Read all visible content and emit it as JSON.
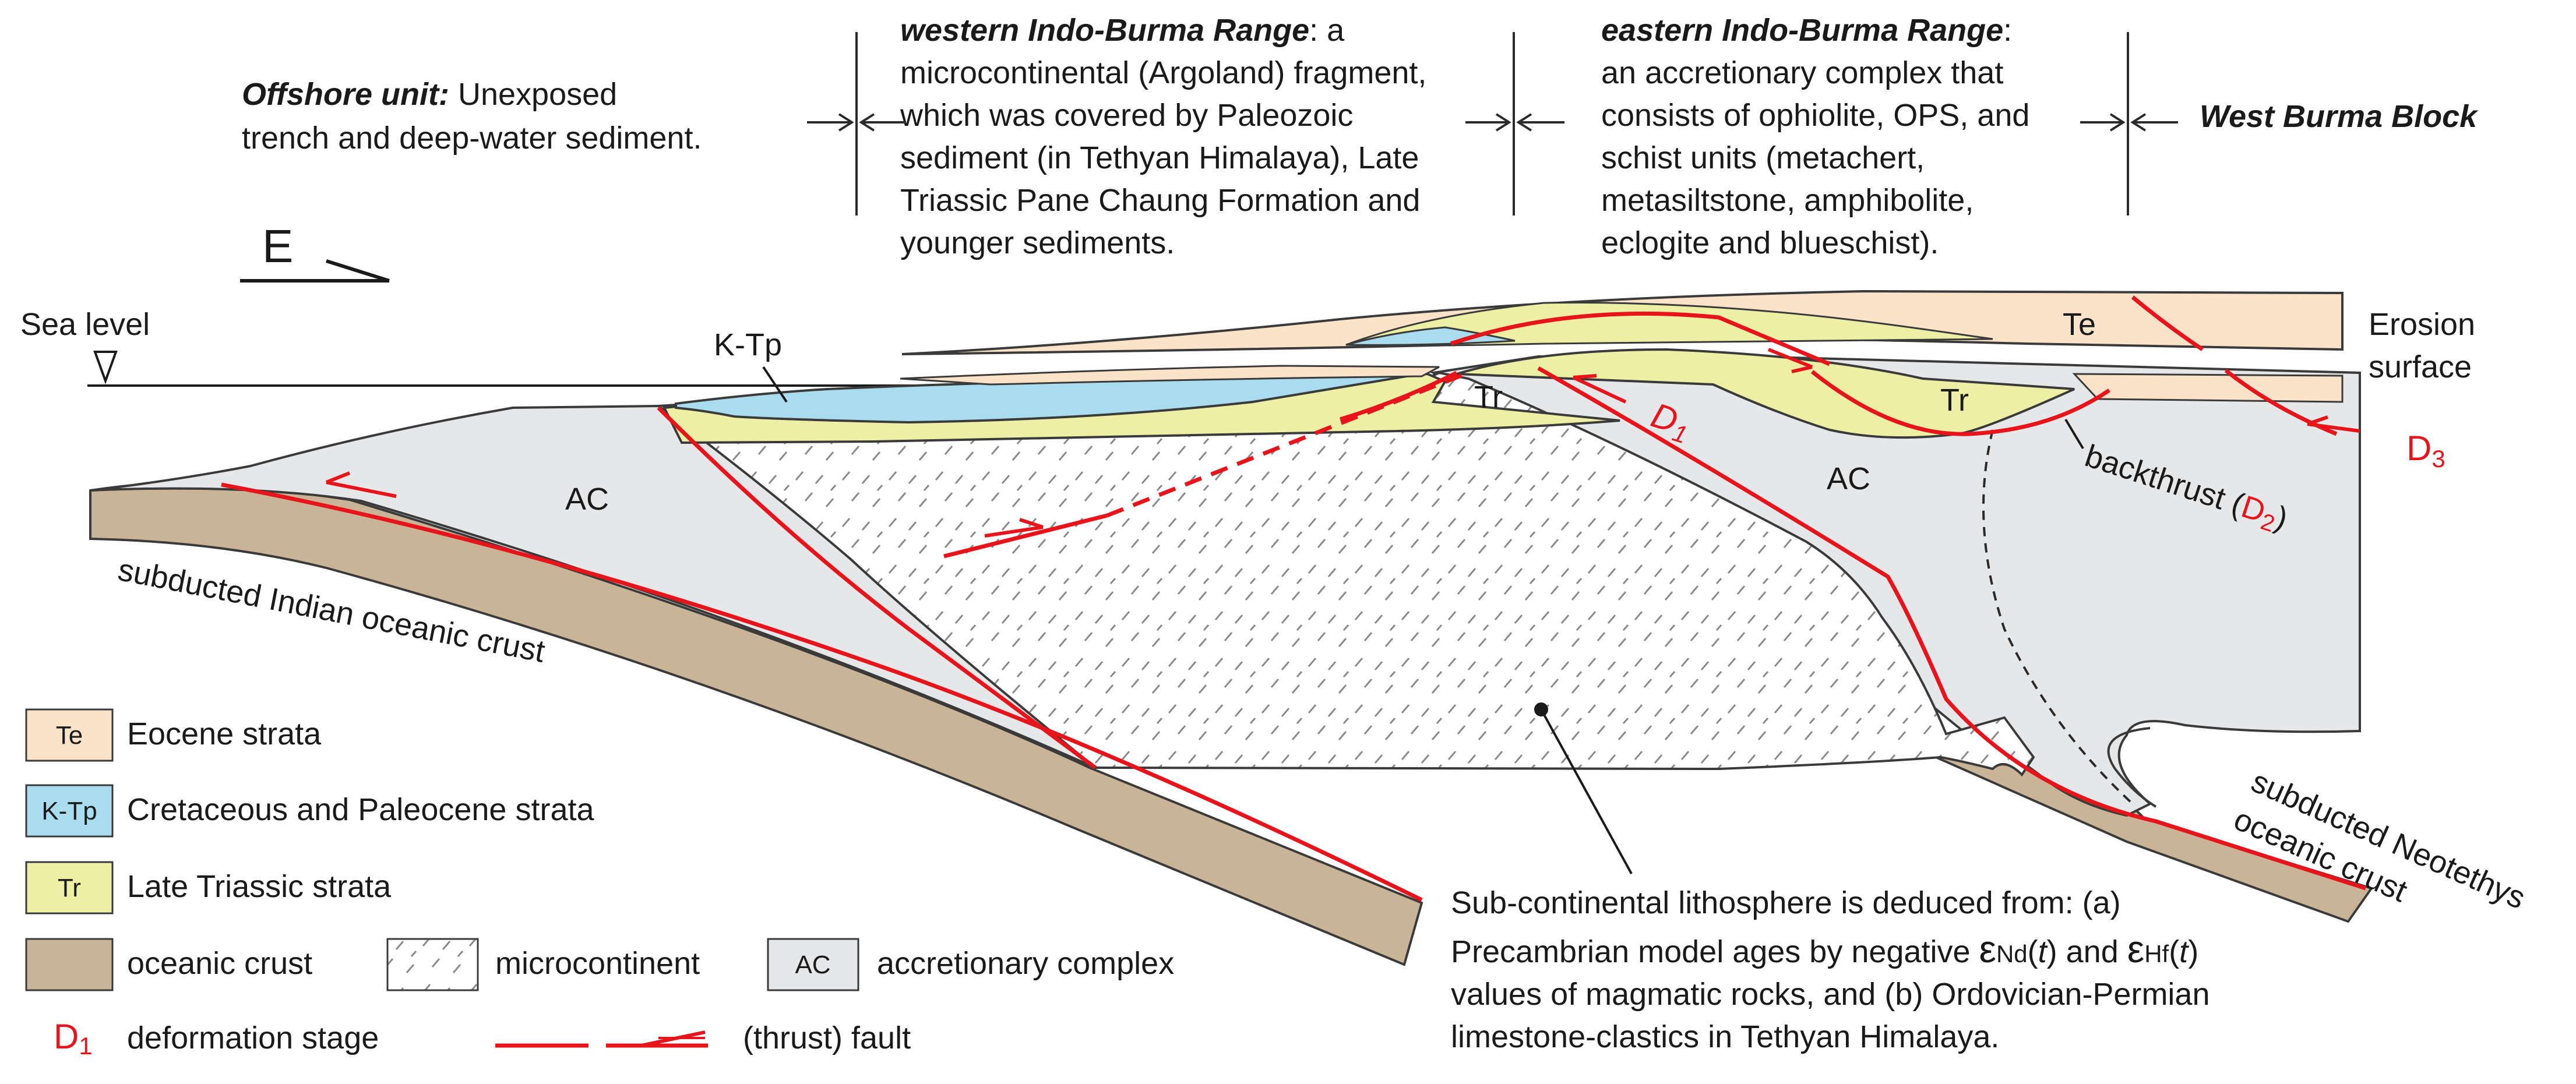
{
  "colors": {
    "eocene": "#fbe3c9",
    "cretaceous": "#a9dcee",
    "triassic": "#ecefa4",
    "oceanic_crust": "#c9b497",
    "accretionary": "#e6e7e9",
    "microcontinent": "#ffffff",
    "fault": "#e8141b",
    "outline": "#3a3a3a"
  },
  "header": {
    "offshore_title": "Offshore unit:",
    "offshore_line1": " Unexposed",
    "offshore_line2": "trench and deep-water sediment.",
    "western_title": "western Indo-Burma Range",
    "western_line1_tail": ": a",
    "western_line2": "microcontinental (Argoland) fragment,",
    "western_line3": "which was covered by Paleozoic",
    "western_line4": "sediment (in Tethyan Himalaya), Late",
    "western_line5": "Triassic Pane Chaung Formation and",
    "western_line6": "younger sediments.",
    "eastern_title": "eastern Indo-Burma Range",
    "eastern_line1_tail": ":",
    "eastern_line2": "an accretionary complex that",
    "eastern_line3": "consists of ophiolite, OPS, and",
    "eastern_line4": "schist units (metachert,",
    "eastern_line5": "metasiltstone, amphibolite,",
    "eastern_line6": "eclogite and blueschist).",
    "west_burma": "West Burma Block"
  },
  "section": {
    "compass": "E",
    "sea_level": "Sea level",
    "ktp": "K-Tp",
    "tr_left": "Tr",
    "tr_right": "Tr",
    "te": "Te",
    "ac_left": "AC",
    "ac_right": "AC",
    "erosion_line1": "Erosion",
    "erosion_line2": "surface",
    "d1": "D",
    "d1_sub": "1",
    "d3": "D",
    "d3_sub": "3",
    "backthrust": "backthrust (",
    "backthrust_d": "D",
    "backthrust_sub": "2",
    "backthrust_close": ")",
    "indian_crust": "subducted Indian oceanic crust",
    "neotethys_line1": "subducted Neotethys",
    "neotethys_line2": "oceanic crust"
  },
  "annotation": {
    "line1": "Sub-continental lithosphere is deduced from: (a)",
    "line2_pre": "Precambrian model ages by negative ",
    "eps": "ε",
    "nd": "Nd",
    "t_open": "(",
    "t": "t",
    "t_close": ")",
    "and": " and ",
    "hf": "Hf",
    "line3": "values of magmatic rocks, and (b) Ordovician-Permian",
    "line4": "limestone-clastics in Tethyan Himalaya."
  },
  "legend": {
    "te_box": "Te",
    "te_label": "Eocene strata",
    "ktp_box": "K-Tp",
    "ktp_label": "Cretaceous and Paleocene strata",
    "tr_box": "Tr",
    "tr_label": "Late Triassic strata",
    "crust_label": "oceanic crust",
    "micro_label": "microcontinent",
    "ac_box": "AC",
    "ac_label": "accretionary complex",
    "d_symbol": "D",
    "d_sub": "1",
    "d_label": "deformation stage",
    "fault_label": "(thrust) fault"
  }
}
